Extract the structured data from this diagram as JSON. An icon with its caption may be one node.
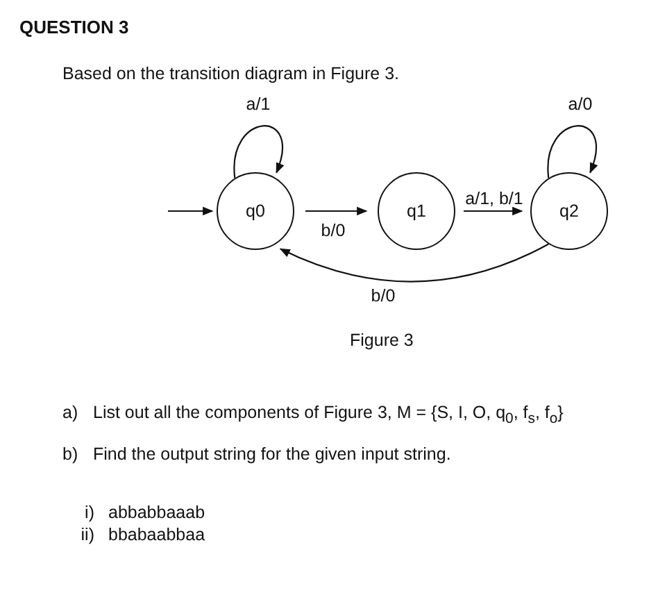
{
  "diagram": {
    "title": "QUESTION 3",
    "nodes": [
      {
        "text": [
          "q0"
        ]
      },
      {
        "text": [
          "q1"
        ]
      },
      {
        "text": [
          "q2"
        ]
      }
    ],
    "edges": [
      {
        "from": null,
        "to": 0,
        "arrow": "to"
      },
      {
        "from": 0,
        "to": 0,
        "arrow": "to",
        "label": "a/1"
      },
      {
        "from": 0,
        "to": 1,
        "arrow": "to",
        "label": "b/0"
      },
      {
        "from": 1,
        "to": 2,
        "arrow": "to",
        "label": "a/1, b/1"
      },
      {
        "from": 2,
        "to": 2,
        "arrow": "to",
        "label": "a/0"
      },
      {
        "from": 2,
        "to": 0,
        "arrow": "to",
        "label": "b/0"
      }
    ],
    "caption": "Figure 3",
    "labels": [
      "Based on the transition diagram in Figure 3.",
      "a)",
      "List out all the components of Figure 3, M = {S, I, O, q$_{0}$, f$_{s}$, f$_{o}$}",
      "b)",
      "Find the output string for the given input string.",
      "i)",
      "abbabbaaab",
      "ii)",
      "bbabaabbaa"
    ]
  }
}
